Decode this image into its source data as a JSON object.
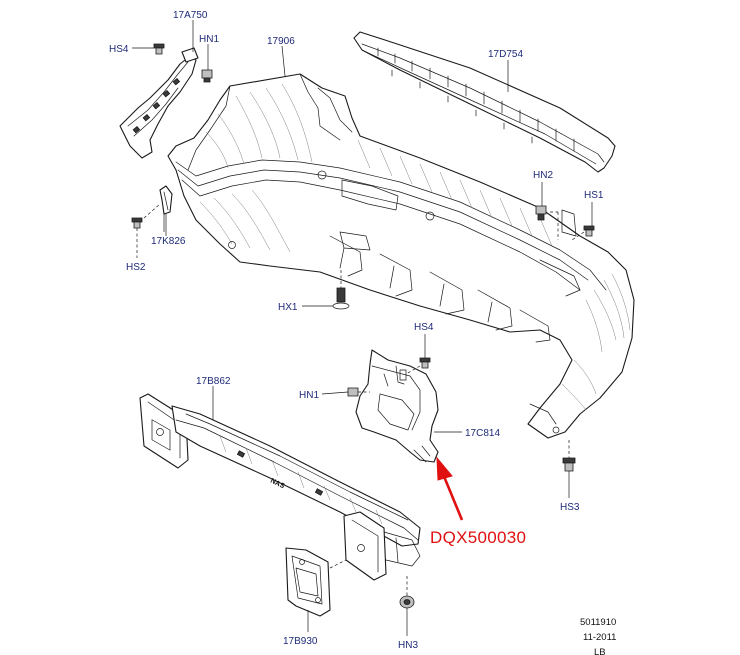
{
  "labels": {
    "l_17A750": "17A750",
    "l_HS4_top": "HS4",
    "l_HN1_top": "HN1",
    "l_17906": "17906",
    "l_17D754": "17D754",
    "l_HN2": "HN2",
    "l_HS1": "HS1",
    "l_17K826": "17K826",
    "l_HS2": "HS2",
    "l_HX1": "HX1",
    "l_HS4_mid": "HS4",
    "l_HN1_mid": "HN1",
    "l_17B862": "17B862",
    "l_17C814": "17C814",
    "l_HS3": "HS3",
    "l_17B930": "17B930",
    "l_HN3": "HN3"
  },
  "callout": {
    "part_number": "DQX500030",
    "color": "#e01010"
  },
  "reference": {
    "code": "5011910",
    "date": "11-2011",
    "suffix": "LB"
  },
  "stamp": "NAS",
  "colors": {
    "label": "#1f2a7a",
    "line": "#1a1a1a",
    "callout": "#e01010"
  }
}
